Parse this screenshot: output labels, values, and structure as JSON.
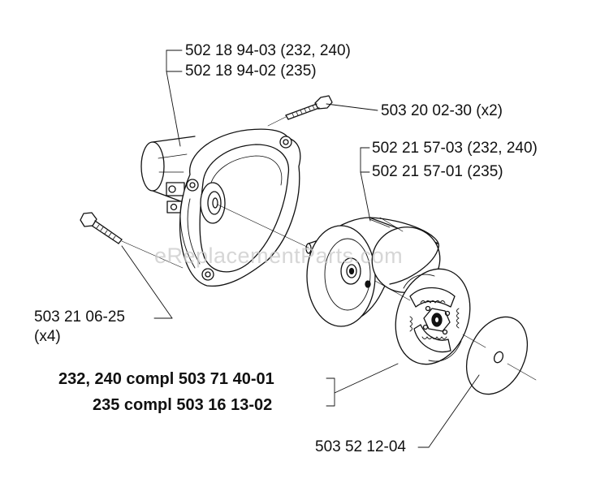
{
  "watermark": "eReplacementParts.com",
  "labels": {
    "housing_line1": "502 18 94-03 (232, 240)",
    "housing_line2": "502 18 94-02 (235)",
    "screw_short": "503 20 02-30 (x2)",
    "drum_line1": "502 21 57-03 (232, 240)",
    "drum_line2": "502 21 57-01 (235)",
    "screw_long_line1": "503 21 06-25",
    "screw_long_line2": "(x4)",
    "compl_line1": "232, 240 compl 503 71 40-01",
    "compl_line2": "235 compl 503 16 13-02",
    "washer": "503 52 12-04"
  },
  "icons": [
    "clutch-housing-icon",
    "screw-icon",
    "clutch-drum-icon",
    "clutch-assembly-icon",
    "washer-icon"
  ]
}
